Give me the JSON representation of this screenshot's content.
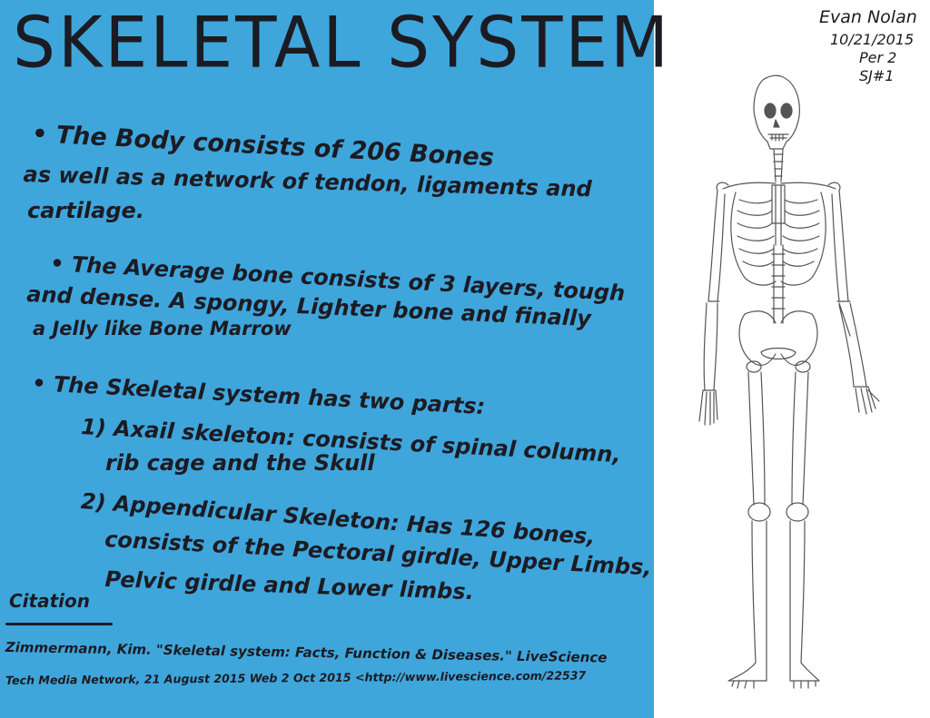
{
  "poster": {
    "title": "SKELETAL SYSTEM",
    "bullet1": {
      "line1": "• The Body consists of 206 Bones",
      "line2": "as well as a network of tendon, ligaments and",
      "line3": "cartilage."
    },
    "bullet2": {
      "line1": "• The Average bone consists of 3 layers, tough",
      "line2": "and dense. A spongy, Lighter bone and finally",
      "line3": "a Jelly like Bone Marrow"
    },
    "bullet3": {
      "line1": "• The Skeletal system has two parts:",
      "item1_line1": "1) Axail skeleton: consists of spinal column,",
      "item1_line2": "rib cage and the Skull",
      "item2_line1": "2) Appendicular Skeleton: Has 126 bones,",
      "item2_line2": "consists of the Pectoral girdle, Upper Limbs,",
      "item2_line3": "Pelvic girdle and Lower limbs."
    },
    "citation": {
      "heading": "Citation",
      "line1": "Zimmermann, Kim. \"Skeletal system: Facts, Function & Diseases.\" LiveScience",
      "line2": "Tech Media Network, 21 August 2015 Web 2 Oct 2015 <http://www.livescience.com/22537"
    }
  },
  "header": {
    "name": "Evan Nolan",
    "date": "10/21/2015",
    "period": "Per 2",
    "assignment": "SJ#1"
  },
  "colors": {
    "paper": "#3fa6dc",
    "ink": "#1c1b22",
    "pencil": "#555555"
  }
}
